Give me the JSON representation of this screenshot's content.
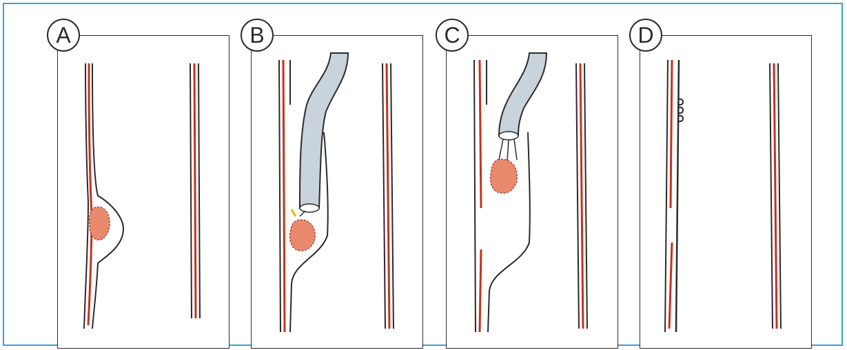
{
  "figure": {
    "border_color": "#3b9fd6",
    "vessel_red": "#c8301e",
    "vessel_dark": "#2a2a2a",
    "lesion_color": "#e98a6c",
    "scope_color": "#c9d3dc",
    "panels": [
      {
        "label": "A"
      },
      {
        "label": "B"
      },
      {
        "label": "C"
      },
      {
        "label": "D"
      }
    ]
  }
}
